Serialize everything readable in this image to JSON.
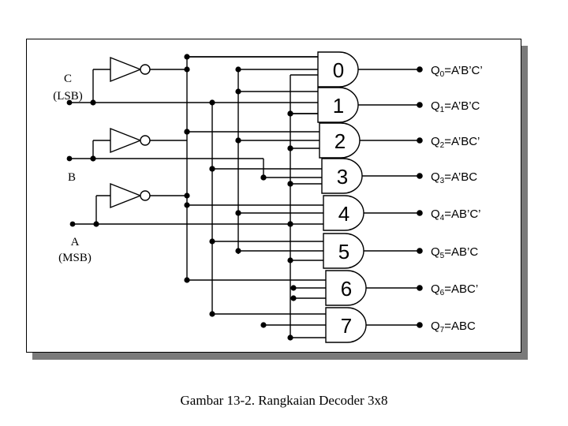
{
  "inputs": {
    "c": {
      "name": "C",
      "note": "(LSB)"
    },
    "b": {
      "name": "B"
    },
    "a": {
      "name": "A",
      "note": "(MSB)"
    }
  },
  "gates": [
    {
      "label": "0",
      "output": "Q",
      "sub": "0",
      "expr": "=A’B’C’"
    },
    {
      "label": "1",
      "output": "Q",
      "sub": "1",
      "expr": "=A’B’C"
    },
    {
      "label": "2",
      "output": "Q",
      "sub": "2",
      "expr": "=A’BC’"
    },
    {
      "label": "3",
      "output": "Q",
      "sub": "3",
      "expr": "=A’BC"
    },
    {
      "label": "4",
      "output": "Q",
      "sub": "4",
      "expr": "=AB’C’"
    },
    {
      "label": "5",
      "output": "Q",
      "sub": "5",
      "expr": "=AB’C"
    },
    {
      "label": "6",
      "output": "Q",
      "sub": "6",
      "expr": "=ABC’"
    },
    {
      "label": "7",
      "output": "Q",
      "sub": "7",
      "expr": "=ABC"
    }
  ],
  "caption": "Gambar 13-2. Rangkaian Decoder 3x8"
}
